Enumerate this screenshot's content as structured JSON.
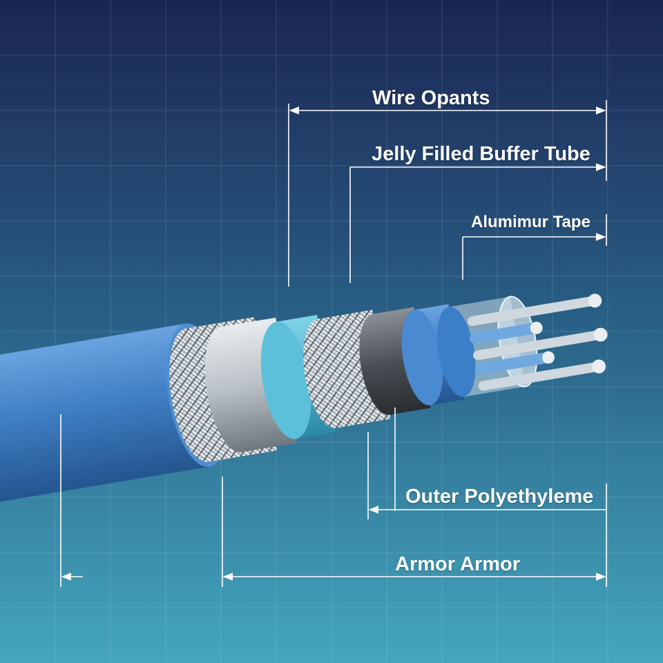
{
  "labels": {
    "wire": "Wire Opants",
    "jelly": "Jelly Filled Buffer Tube",
    "aluminum": "Alumimur Tape",
    "outer": "Outer Polyethyleme",
    "armor": "Armor Armor"
  },
  "colors": {
    "bg_top": "#1b2452",
    "bg_bottom": "#44a6bd",
    "jacket": "#3f7fc4",
    "teal_layer": "#4ab0cc",
    "annotation": "#ffffff"
  }
}
